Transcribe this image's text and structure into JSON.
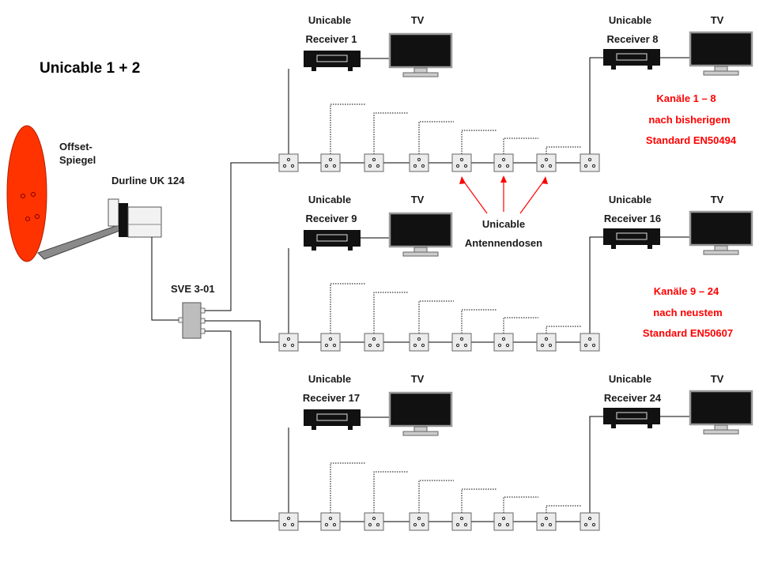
{
  "title": "Unicable  1 + 2",
  "dish": {
    "label_line1": "Offset-",
    "label_line2": "Spiegel",
    "color": "#ff3300"
  },
  "lnb": {
    "label": "Durline UK 124"
  },
  "splitter": {
    "label": "SVE 3-01"
  },
  "groups": [
    {
      "receiver_first": {
        "line1": "Unicable",
        "line2": "Receiver 1"
      },
      "tv_first": "TV",
      "receiver_last": {
        "line1": "Unicable",
        "line2": "Receiver 8"
      },
      "tv_last": "TV",
      "notes": [
        "Kanäle 1 – 8",
        "nach bisherigem",
        "Standard  EN50494"
      ]
    },
    {
      "receiver_first": {
        "line1": "Unicable",
        "line2": "Receiver 9"
      },
      "tv_first": "TV",
      "receiver_last": {
        "line1": "Unicable",
        "line2": "Receiver 16"
      },
      "tv_last": "TV",
      "notes": [
        "Kanäle 9 – 24",
        "nach neustem",
        "Standard  EN50607"
      ]
    },
    {
      "receiver_first": {
        "line1": "Unicable",
        "line2": "Receiver 17"
      },
      "tv_first": "TV",
      "receiver_last": {
        "line1": "Unicable",
        "line2": "Receiver 24"
      },
      "tv_last": "TV",
      "notes": []
    }
  ],
  "outlets_label": {
    "line1": "Unicable",
    "line2": "Antennendosen"
  },
  "colors": {
    "annotation": "#ff0000",
    "wire": "#000000",
    "outlet": "#ececec"
  }
}
